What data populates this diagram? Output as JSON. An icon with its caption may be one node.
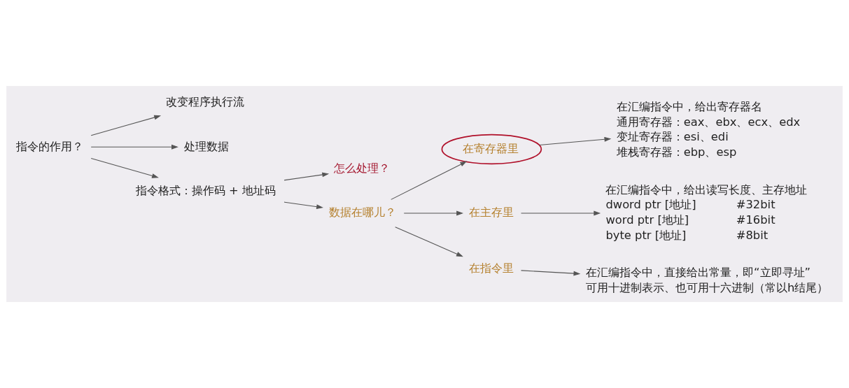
{
  "diagram": {
    "nodes": [
      {
        "text": [
          "指令的作用？"
        ]
      },
      {
        "text": [
          "改变程序执行流"
        ]
      },
      {
        "text": [
          "处理数据"
        ]
      },
      {
        "text": [
          "指令格式：操作码 + 地址码"
        ]
      },
      {
        "text": [
          "怎么处理？"
        ]
      },
      {
        "text": [
          "数据在哪儿？"
        ]
      },
      {
        "text": [
          "在寄存器里"
        ]
      },
      {
        "text": [
          "在主存里"
        ]
      },
      {
        "text": [
          "在指令里"
        ]
      },
      {
        "text": [
          "在汇编指令中，给出寄存器名",
          "通用寄存器：eax、ebx、ecx、edx",
          "变址寄存器：esi、edi",
          "堆栈寄存器：ebp、esp"
        ]
      },
      {
        "text": [
          "在汇编指令中，给出读写长度、主存地址",
          "dword ptr [地址]",
          "#32bit",
          "word ptr [地址]",
          "#16bit",
          "byte ptr [地址]",
          "#8bit"
        ]
      },
      {
        "text": [
          "在汇编指令中，直接给出常量，即“立即寻址”",
          "可用十进制表示、也可用十六进制（常以h结尾）"
        ]
      }
    ],
    "edges": [
      {
        "from": 0,
        "to": 1,
        "arrow": "to"
      },
      {
        "from": 0,
        "to": 2,
        "arrow": "to"
      },
      {
        "from": 0,
        "to": 3,
        "arrow": "to"
      },
      {
        "from": 3,
        "to": 4,
        "arrow": "to"
      },
      {
        "from": 3,
        "to": 5,
        "arrow": "to"
      },
      {
        "from": 5,
        "to": 6,
        "arrow": "to"
      },
      {
        "from": 5,
        "to": 7,
        "arrow": "to"
      },
      {
        "from": 5,
        "to": 8,
        "arrow": "to"
      },
      {
        "from": 6,
        "to": 9,
        "arrow": "to"
      },
      {
        "from": 7,
        "to": 10,
        "arrow": "to"
      },
      {
        "from": 8,
        "to": 11,
        "arrow": "to"
      }
    ]
  }
}
